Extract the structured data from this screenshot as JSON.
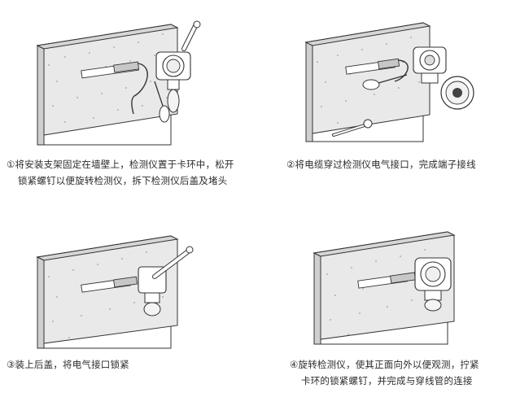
{
  "steps": [
    {
      "lines": [
        "①将安装支架固定在墙壁上，检测仪置于卡环中，松开",
        "锁紧螺钉以便旋转检测仪，拆下检测仪后盖及堵头"
      ]
    },
    {
      "lines": [
        "②将电缆穿过检测仪电气接口，完成端子接线"
      ]
    },
    {
      "lines": [
        "③装上后盖，将电气接口锁紧"
      ]
    },
    {
      "lines": [
        "④旋转检测仪，使其正面向外以便观测，拧紧",
        "卡环的锁紧螺钉，并完成与穿线管的连接"
      ]
    }
  ],
  "icons": [
    "wall-illustration",
    "detector-icon",
    "wrench-icon",
    "screwdriver-icon",
    "cable-icon",
    "rear-cover-icon",
    "pipe-icon"
  ]
}
